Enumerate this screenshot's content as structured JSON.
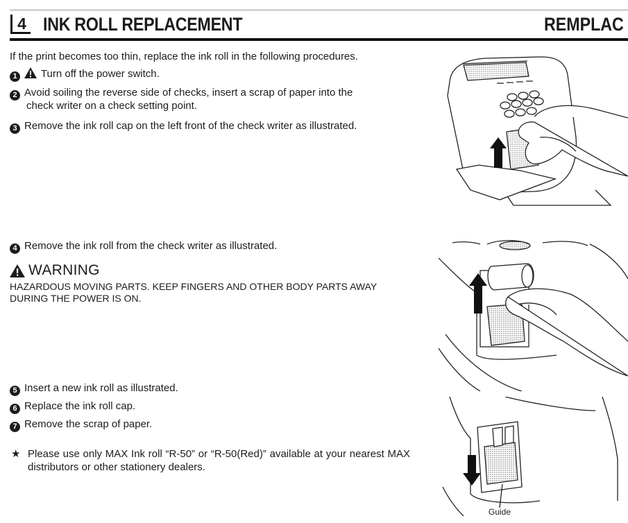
{
  "header": {
    "section_number": "4",
    "title": "INK ROLL REPLACEMENT",
    "title_right": "REMPLAC"
  },
  "intro": "If the print becomes too thin, replace the ink roll in the following procedures.",
  "steps": [
    {
      "number": "1",
      "text": "Turn off the power switch."
    },
    {
      "number": "2",
      "text": "Avoid soiling the reverse side of checks, insert a scrap of paper into the",
      "text2": "check writer on a check setting point."
    },
    {
      "number": "3",
      "text": "Remove the ink roll cap on the left front of the check writer as illustrated."
    },
    {
      "number": "4",
      "text": "Remove the ink roll from the check writer as illustrated."
    },
    {
      "number": "5",
      "text": "Insert a new ink roll as illustrated."
    },
    {
      "number": "6",
      "text": "Replace the ink roll cap."
    },
    {
      "number": "7",
      "text": "Remove the scrap of paper."
    }
  ],
  "warning": {
    "title": "WARNING",
    "line1": "HAZARDOUS MOVING PARTS. KEEP FINGERS AND OTHER BODY PARTS AWAY",
    "line2": "DURING THE POWER IS ON."
  },
  "note": {
    "symbol": "★",
    "text": "Please use only MAX Ink roll “R-50” or “R-50(Red)” available at your nearest MAX distributors or other stationery dealers."
  },
  "figures": {
    "guide_label": "Guide",
    "icons": [
      "warning-triangle-icon",
      "arrow-up-icon",
      "arrow-down-icon",
      "hand-icon"
    ]
  }
}
